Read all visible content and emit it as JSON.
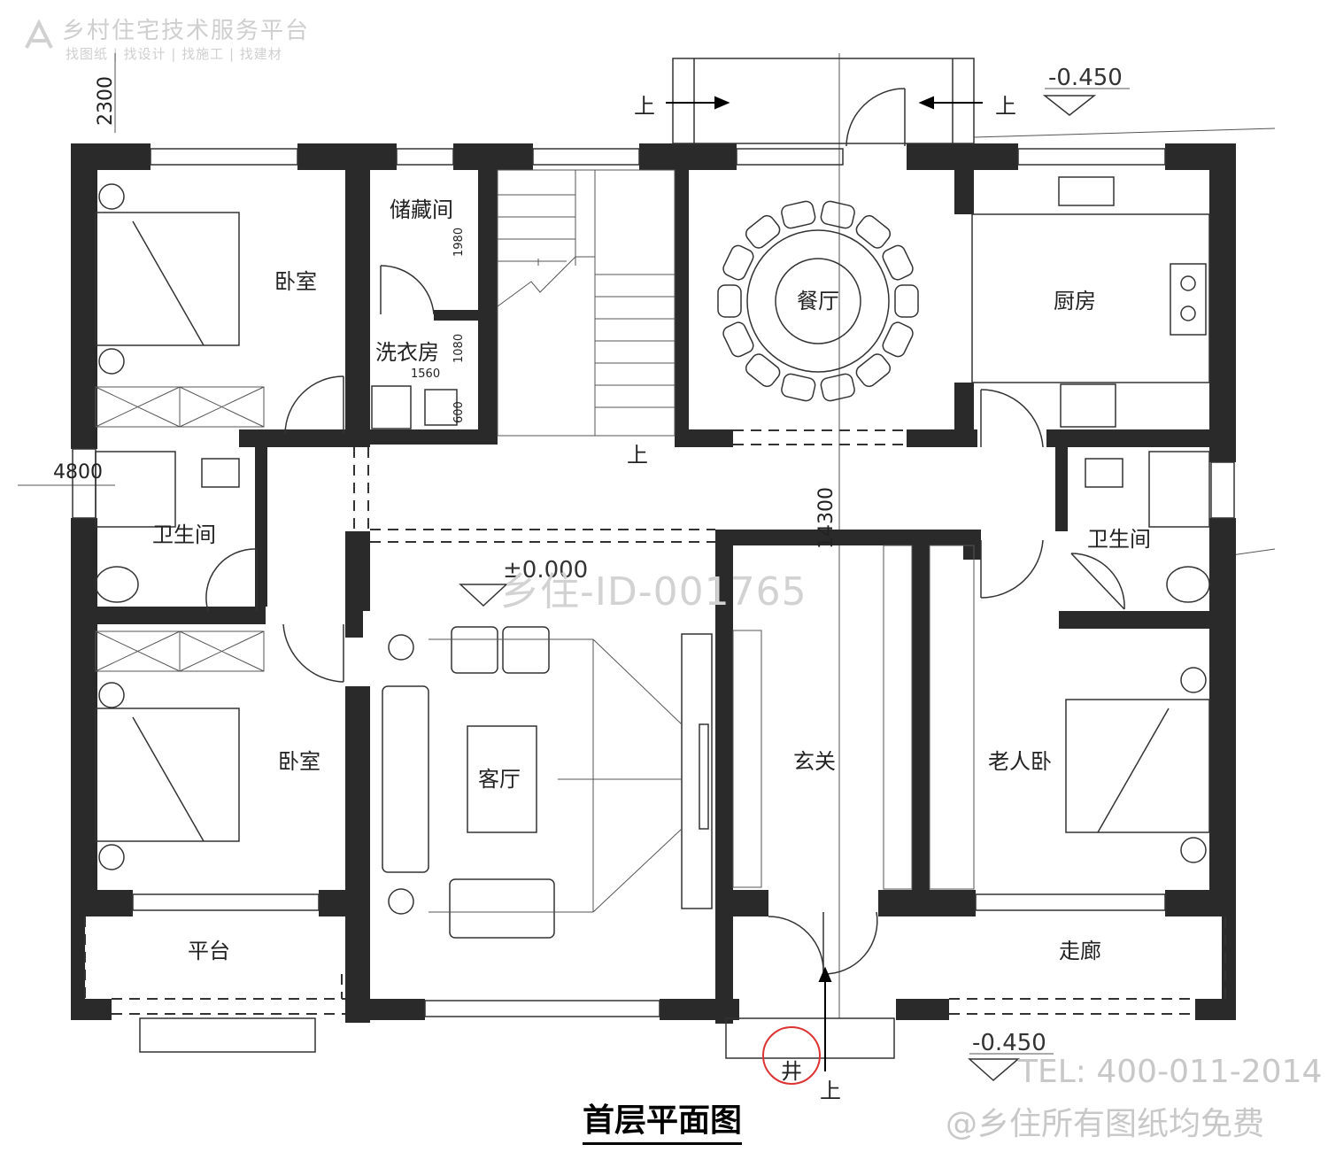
{
  "watermark": {
    "brand": "乡村住宅技术服务平台",
    "tagline": "找图纸 | 找设计 | 找施工 | 找建材",
    "id_mark": "乡住-ID-001765",
    "tel": "TEL: 400-011-2014",
    "free_note": "@乡住所有图纸均免费"
  },
  "drawing": {
    "title": "首层平面图",
    "rooms": {
      "bedroom_top_left": "卧室",
      "storage": "储藏间",
      "laundry": "洗衣房",
      "dining": "餐厅",
      "kitchen": "厨房",
      "bath_left": "卫生间",
      "bath_right": "卫生间",
      "bedroom_bottom_left": "卧室",
      "living": "客厅",
      "foyer": "玄关",
      "elder_bedroom": "老人卧",
      "terrace": "平台",
      "corridor": "走廊"
    },
    "dimensions": {
      "top_left_vertical": "2300",
      "left_side": "4800",
      "center_vertical": "14300",
      "storage_height": "1980",
      "laundry_height": "1080",
      "laundry_width": "1560",
      "counter_depth": "600"
    },
    "levels": {
      "top_right": "-0.450",
      "living": "±0.000",
      "bottom_right": "-0.450"
    },
    "stair_marks": {
      "up_left": "上",
      "up_right": "上",
      "up_stair": "上",
      "up_bottom": "上"
    },
    "well_mark": "井"
  }
}
